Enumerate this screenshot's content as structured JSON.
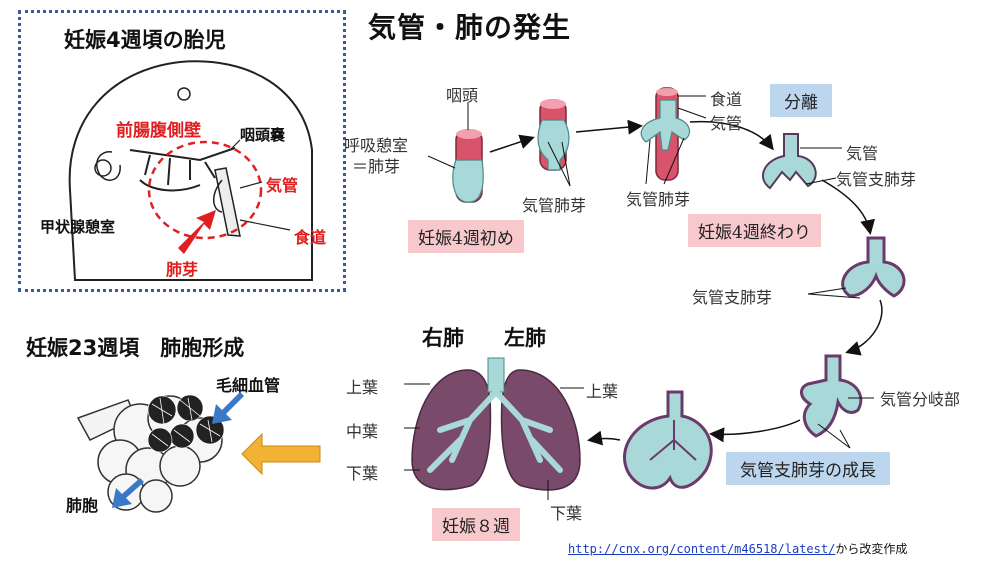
{
  "main_title": "気管・肺の発生",
  "inset": {
    "title": "妊娠4週頃の胎児",
    "foregut_wall": "前腸腹側壁",
    "pharyngeal_pouch": "咽頭嚢",
    "trachea": "気管",
    "thyroid": "甲状腺憩室",
    "esophagus": "食道",
    "lung_bud": "肺芽"
  },
  "stages": {
    "pharynx": "咽頭",
    "resp_diverticulum": "呼吸憩室\n＝肺芽",
    "tracheal_lung_bud_1": "気管肺芽",
    "tracheal_lung_bud_2": "気管肺芽",
    "esophagus": "食道",
    "trachea_top": "気管",
    "separation": "分離",
    "trachea_right": "気管",
    "bronchial_bud": "気管支肺芽",
    "week4_begin": "妊娠4週初め",
    "week4_end": "妊娠4週終わり",
    "bronchial_bud_2": "気管支肺芽",
    "bifurcation": "気管分岐部",
    "bronchial_growth": "気管支肺芽の成長"
  },
  "lungs": {
    "right": "右肺",
    "left": "左肺",
    "upper_left_side": "上葉",
    "middle": "中葉",
    "lower_left_side": "下葉",
    "upper_right_side": "上葉",
    "lower_right_side": "下葉",
    "week8": "妊娠８週"
  },
  "alveoli": {
    "title": "妊娠23週頃　肺胞形成",
    "capillary": "毛細血管",
    "alveolus": "肺胞"
  },
  "source": {
    "url": "http://cnx.org/content/m46518/latest/",
    "suffix": "から改変作成"
  },
  "colors": {
    "bud": "#a8d8d8",
    "pink": "#d9546a",
    "lung": "#7a4a6a",
    "arrow_yellow": "#f2b234",
    "arrow_blue": "#3a78c8",
    "red_label": "#e02020"
  }
}
